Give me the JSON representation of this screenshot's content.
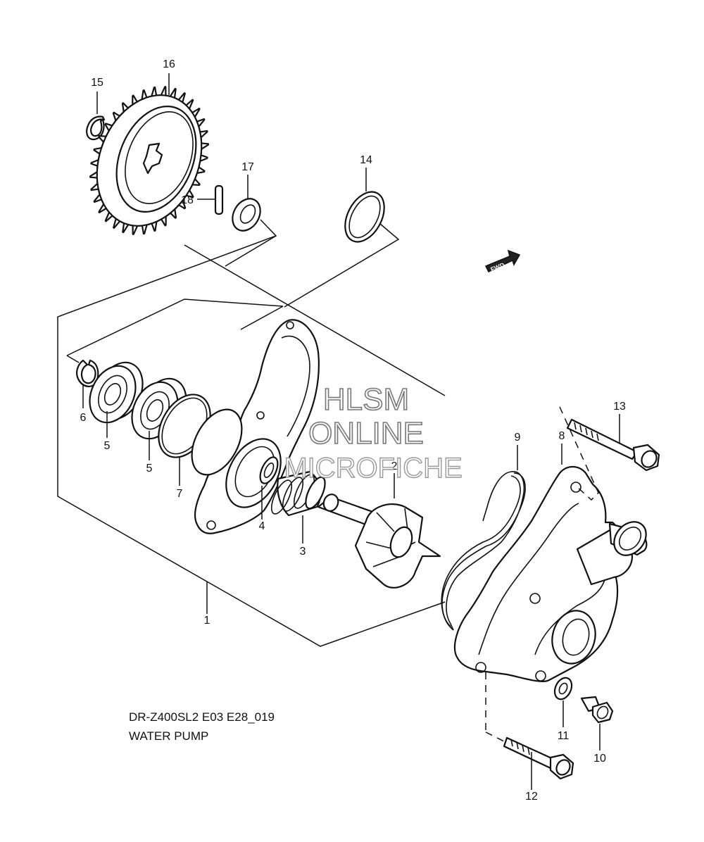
{
  "diagram": {
    "model_code": "DR-Z400SL2 E03 E28_019",
    "title": "WATER PUMP",
    "fwd_label": "FWD",
    "watermark": {
      "line1": "HLSM",
      "line2": "ONLINE",
      "line3": "MICROFICHE"
    },
    "callouts": {
      "c1": "1",
      "c2": "2",
      "c3": "3",
      "c4": "4",
      "c5a": "5",
      "c5b": "5",
      "c6": "6",
      "c7": "7",
      "c8": "8",
      "c9": "9",
      "c10": "10",
      "c11": "11",
      "c12": "12",
      "c13": "13",
      "c14": "14",
      "c15": "15",
      "c16": "16",
      "c17": "17",
      "c18": "18"
    }
  }
}
